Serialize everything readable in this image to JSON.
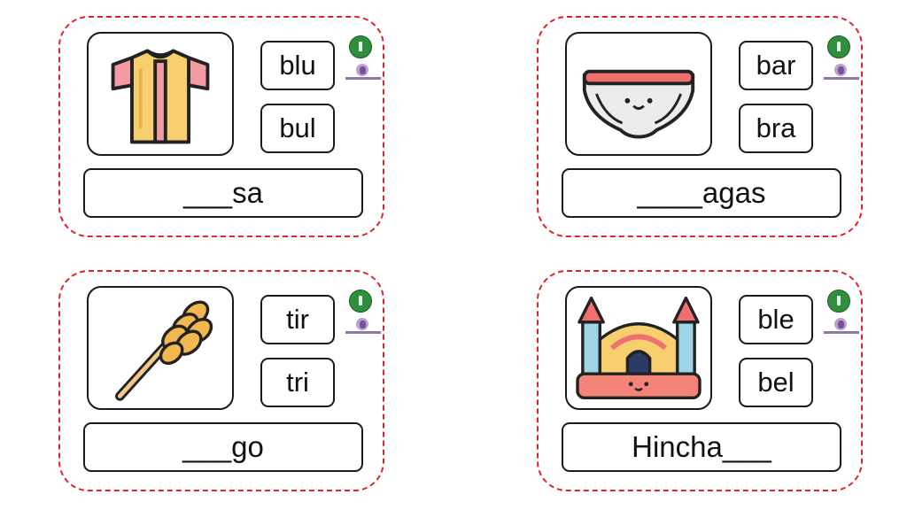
{
  "cards": [
    {
      "image_icon": "blouse-icon",
      "options": [
        "blu",
        "bul"
      ],
      "word": "___sa"
    },
    {
      "image_icon": "underwear-icon",
      "options": [
        "bar",
        "bra"
      ],
      "word": "____agas"
    },
    {
      "image_icon": "wheat-icon",
      "options": [
        "tir",
        "tri"
      ],
      "word": "___go"
    },
    {
      "image_icon": "bouncy-castle-icon",
      "options": [
        "ble",
        "bel"
      ],
      "word": "Hincha___"
    }
  ],
  "colors": {
    "border_dashed": "#d9262c",
    "badge_green": "#2f8f3e",
    "logo_purple": "#8f77a8"
  }
}
